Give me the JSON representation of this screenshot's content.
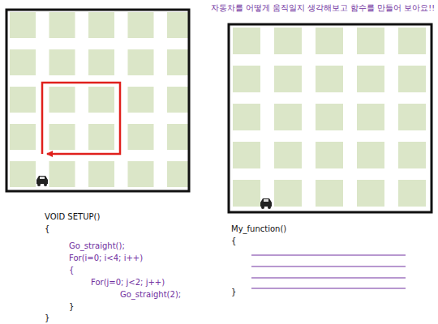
{
  "diagram": {
    "title": "자동차를 어떻게 움직일지 생각해보고 함수를 만들어 보아요!!",
    "labels": [
      "VOID SETUP()",
      "{",
      "Go_straight();",
      "For(i=0; i<4; i++)",
      "{",
      "For(j=0; j<2; j++)",
      "Go_straight(2);",
      "}",
      "}",
      "My_function()",
      "{",
      "}"
    ]
  }
}
